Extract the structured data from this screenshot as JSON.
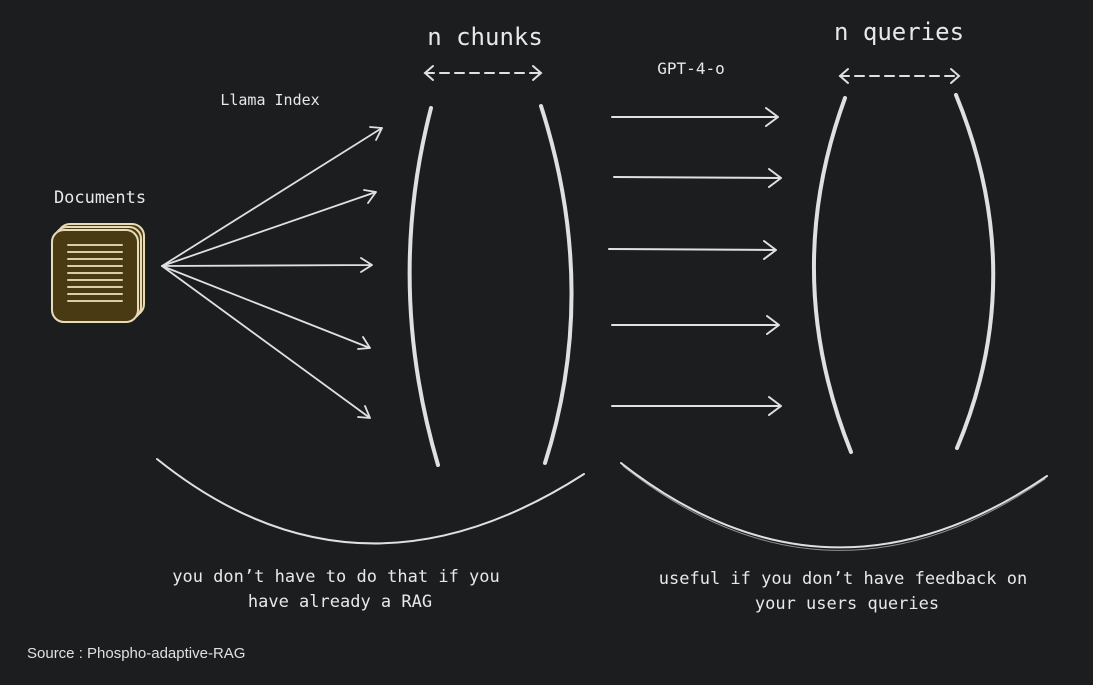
{
  "labels": {
    "documents": "Documents",
    "tool_left": "Llama Index",
    "chunks": "n chunks",
    "tool_right": "GPT-4-o",
    "queries": "n queries",
    "note_left_line1": "you don’t have to do that if you",
    "note_left_line2": "have already a RAG",
    "note_right_line1": "useful if you don’t have feedback on",
    "note_right_line2": "your users queries"
  },
  "footer": {
    "source": "Source : Phospho-adaptive-RAG"
  },
  "colors": {
    "background": "#1c1d1f",
    "stroke": "#e0e0e0",
    "document_fill": "#4a3a14",
    "document_border": "#e8dcb8"
  }
}
